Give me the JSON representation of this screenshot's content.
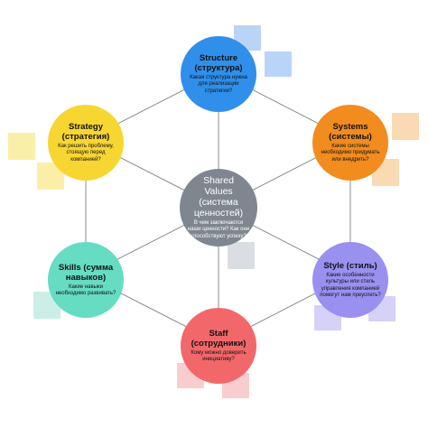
{
  "nodes": {
    "structure": {
      "title_line1": "Structure",
      "title_line2": "(структура)",
      "question": "Какая структура нужна для реализации стратегии?",
      "color": "#2f8fea"
    },
    "systems": {
      "title_line1": "Systems",
      "title_line2": "(системы)",
      "question": "Какие системы необходимо придумать или внедрить?",
      "color": "#f28c1e"
    },
    "style": {
      "title_line1": "Style (стиль)",
      "question": "Какие особенности культуры или стиль управления компанией помогут нам преуспеть?",
      "color": "#9a90f0"
    },
    "staff": {
      "title_line1": "Staff",
      "title_line2": "(сотрудники)",
      "question": "Кому можно доверить инициативу?",
      "color": "#f2686a"
    },
    "skills": {
      "title_line1": "Skills (сумма",
      "title_line2": "навыков)",
      "question": "Какие навыки необходимо развивать?",
      "color": "#66dcc3"
    },
    "strategy": {
      "title_line1": "Strategy",
      "title_line2": "(стратегия)",
      "question": "Как решить проблему, стоящую перед компанией?",
      "color": "#f7d632"
    },
    "shared_values": {
      "title_line1": "Shared",
      "title_line2": "Values (система",
      "title_line3": "ценностей)",
      "question": "В чем заключаются наши ценности? Как они способствуют успеху?",
      "color": "#7f868f"
    }
  },
  "colors": {
    "edge": "#8c8c8c",
    "note_blue": "#aecdf7",
    "note_orange": "#f9d4a6",
    "note_yellow": "#faeb9a",
    "note_purple": "#cfc9f7",
    "note_teal": "#c2ece2",
    "note_pink": "#f8c3c6",
    "note_gray": "#d3d7dd"
  }
}
